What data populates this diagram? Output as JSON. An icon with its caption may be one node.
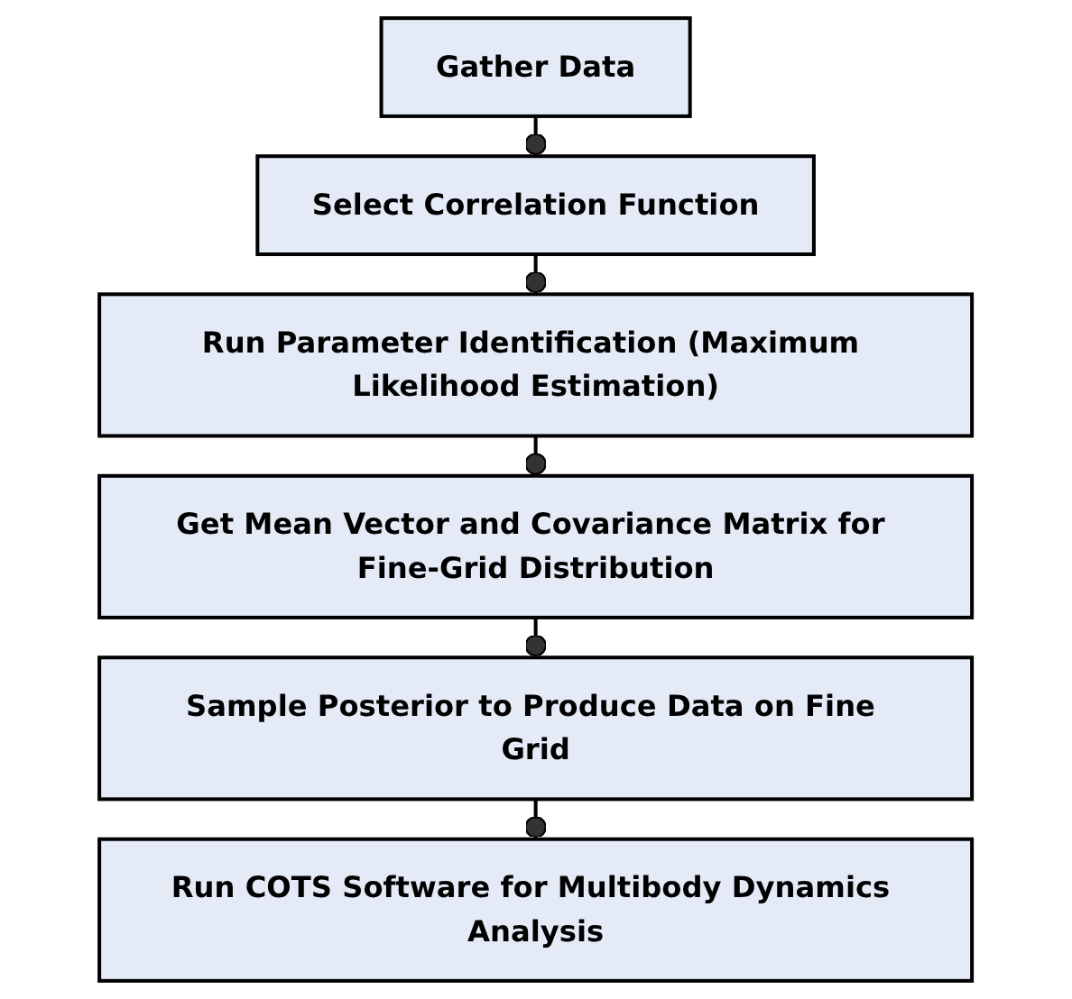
{
  "diagram": {
    "nodes": [
      {
        "text": [
          "Gather Data"
        ]
      },
      {
        "text": [
          "Select Correlation Function"
        ]
      },
      {
        "text": [
          "Run Parameter Identification (Maximum Likelihood Estimation)"
        ]
      },
      {
        "text": [
          "Get Mean Vector and Covariance Matrix for Fine-Grid Distribution"
        ]
      },
      {
        "text": [
          "Sample Posterior to Produce Data on Fine Grid"
        ]
      },
      {
        "text": [
          "Run COTS Software for Multibody Dynamics Analysis"
        ]
      }
    ],
    "edges": [
      {
        "from": 0,
        "to": 1,
        "arrow": "other"
      },
      {
        "from": 1,
        "to": 2,
        "arrow": "other"
      },
      {
        "from": 2,
        "to": 3,
        "arrow": "other"
      },
      {
        "from": 3,
        "to": 4,
        "arrow": "other"
      },
      {
        "from": 4,
        "to": 5,
        "arrow": "other"
      }
    ]
  }
}
